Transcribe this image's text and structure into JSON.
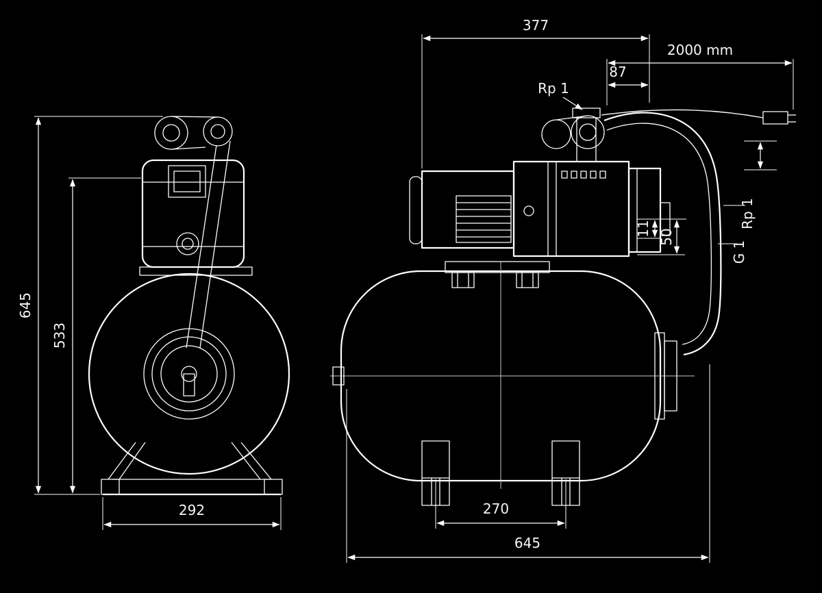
{
  "drawing": {
    "type": "technical-dimension-drawing",
    "background_color": "#000000",
    "line_color": "#ffffff",
    "views": {
      "front": "pump-with-tank-front-view",
      "side": "pump-with-tank-side-view"
    },
    "labels": {
      "front_height": "645",
      "pump_height": "533",
      "base_width": "292",
      "pump_length": "377",
      "cable_length": "2000 mm",
      "offset_87": "87",
      "inlet_thread": "Rp 1",
      "outlet_thread": "Rp 1",
      "hose_thread": "G 1",
      "dim_11": "11",
      "dim_50": "50",
      "foot_spacing": "270",
      "tank_length": "645"
    }
  }
}
